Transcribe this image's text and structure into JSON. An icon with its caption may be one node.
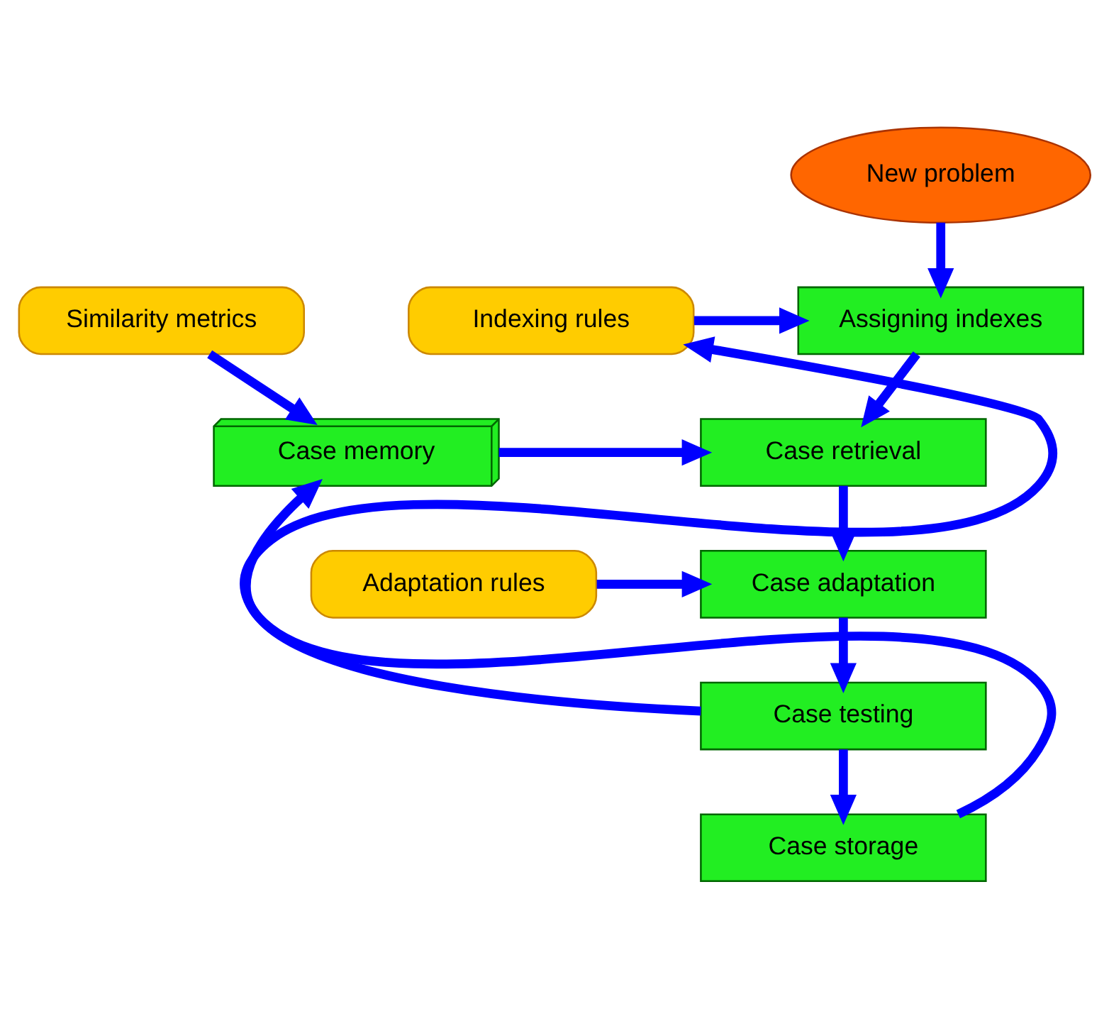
{
  "diagram": {
    "nodes": [
      {
        "text": [
          "New problem"
        ]
      },
      {
        "text": [
          "Assigning indexes"
        ]
      },
      {
        "text": [
          "Case retrieval"
        ]
      },
      {
        "text": [
          "Case adaptation"
        ]
      },
      {
        "text": [
          "Case testing"
        ]
      },
      {
        "text": [
          "Case storage"
        ]
      },
      {
        "text": [
          "Indexing rules"
        ]
      },
      {
        "text": [
          "Similarity metrics"
        ]
      },
      {
        "text": [
          "Case memory"
        ]
      },
      {
        "text": [
          "Adaptation rules"
        ]
      }
    ],
    "edges": [
      {
        "from": 0,
        "to": 1,
        "arrow": "to"
      },
      {
        "from": 6,
        "to": 1,
        "arrow": "to"
      },
      {
        "from": 1,
        "to": 2,
        "arrow": "to"
      },
      {
        "from": 7,
        "to": 8,
        "arrow": "to"
      },
      {
        "from": 8,
        "to": 2,
        "arrow": "to"
      },
      {
        "from": 2,
        "to": 3,
        "arrow": "to"
      },
      {
        "from": 9,
        "to": 3,
        "arrow": "to"
      },
      {
        "from": 3,
        "to": 4,
        "arrow": "to"
      },
      {
        "from": 4,
        "to": 5,
        "arrow": "to"
      },
      {
        "from": 4,
        "to": 6,
        "arrow": "to"
      },
      {
        "from": 5,
        "to": 8,
        "arrow": "to"
      }
    ]
  }
}
